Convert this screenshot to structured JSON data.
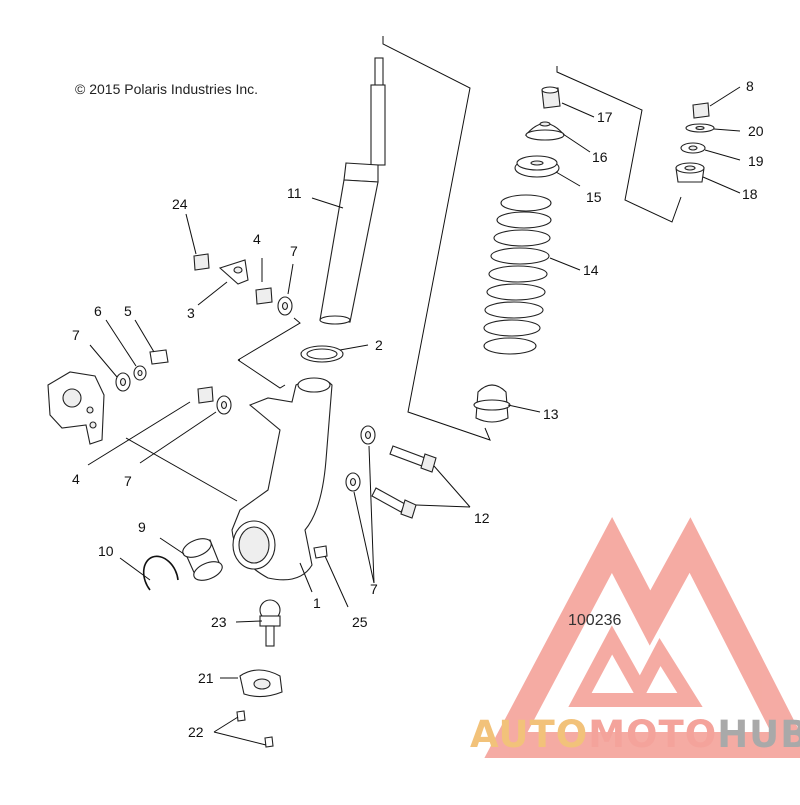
{
  "copyright": "© 2015 Polaris Industries Inc.",
  "diagram_code": "100236",
  "watermark": {
    "part1": "AUTO",
    "part2": "MOTO",
    "part3": "HUB",
    "colors": {
      "auto": "#f2c27a",
      "moto": "#f4a39b",
      "hub": "#a9a9a9",
      "logo": "#f28f85"
    }
  },
  "callouts": {
    "c1": "1",
    "c2": "2",
    "c3": "3",
    "c4a": "4",
    "c4b": "4",
    "c5": "5",
    "c6": "6",
    "c7a": "7",
    "c7b": "7",
    "c7c": "7",
    "c7d": "7",
    "c8": "8",
    "c9": "9",
    "c10": "10",
    "c11": "11",
    "c12": "12",
    "c13": "13",
    "c14": "14",
    "c15": "15",
    "c16": "16",
    "c17": "17",
    "c18": "18",
    "c19": "19",
    "c20": "20",
    "c21": "21",
    "c22": "22",
    "c23": "23",
    "c24": "24",
    "c25": "25"
  }
}
